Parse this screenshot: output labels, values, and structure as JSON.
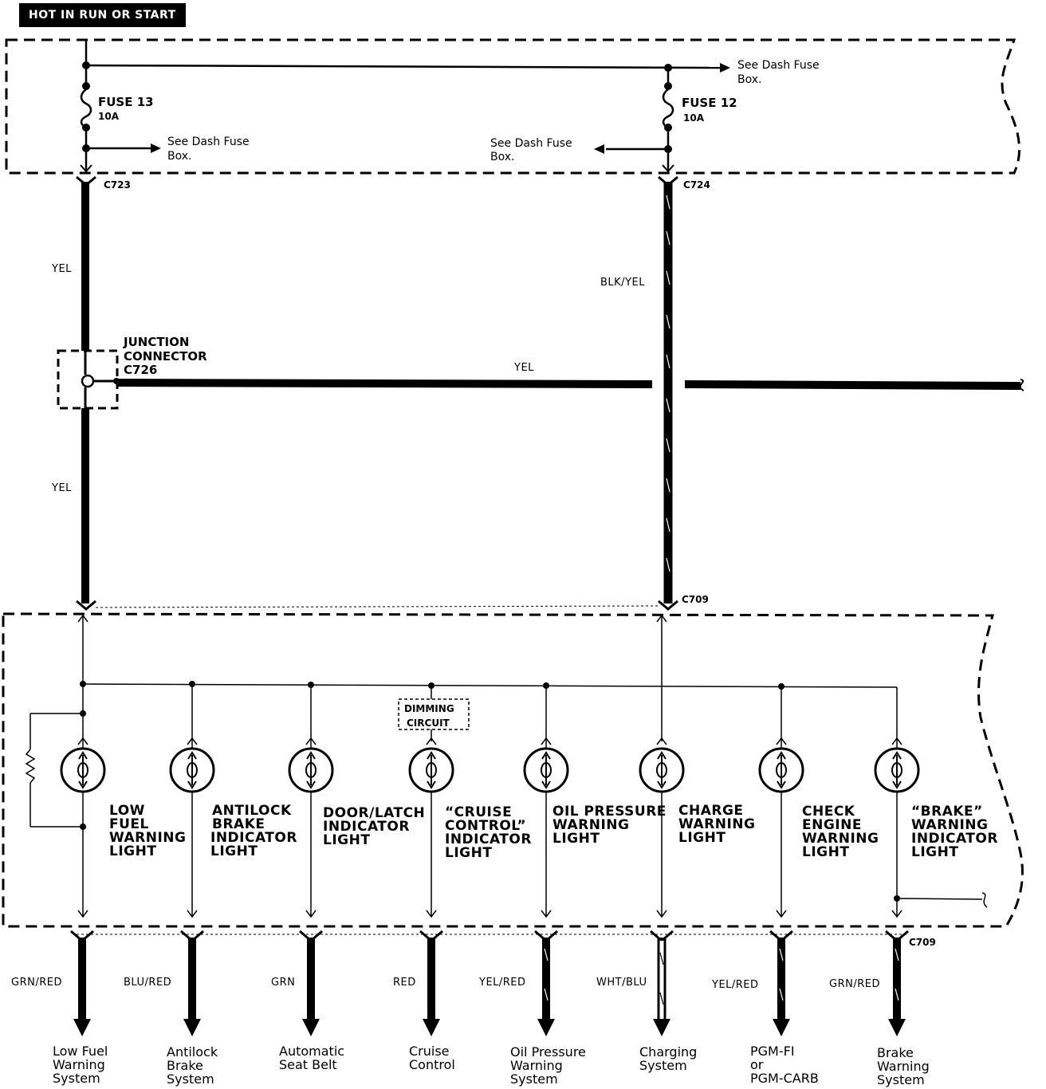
{
  "header": "HOT IN RUN OR START",
  "fuses": [
    {
      "name": "FUSE 13",
      "rating": "10A",
      "connector": "C723",
      "note": [
        "See Dash Fuse",
        "Box."
      ]
    },
    {
      "name": "FUSE 12",
      "rating": "10A",
      "connector": "C724",
      "note": [
        "See Dash Fuse",
        "Box."
      ]
    }
  ],
  "top_note": [
    "See Dash Fuse",
    "Box."
  ],
  "junction": [
    "JUNCTION",
    "CONNECTOR",
    "C726"
  ],
  "wires": {
    "left_upper": "YEL",
    "left_lower": "YEL",
    "horizontal": "YEL",
    "right": "BLK/YEL"
  },
  "gauge_connector": "C709",
  "dimming": [
    "DIMMING",
    "CIRCUIT"
  ],
  "lights": [
    {
      "label": [
        "LOW",
        "FUEL",
        "WARNING",
        "LIGHT"
      ],
      "wire": "GRN/RED",
      "dest": [
        "Low Fuel",
        "Warning",
        "System"
      ]
    },
    {
      "label": [
        "ANTILOCK",
        "BRAKE",
        "INDICATOR",
        "LIGHT"
      ],
      "wire": "BLU/RED",
      "dest": [
        "Antilock",
        "Brake",
        "System"
      ]
    },
    {
      "label": [
        "DOOR/LATCH",
        "INDICATOR",
        "LIGHT"
      ],
      "wire": "GRN",
      "dest": [
        "Automatic",
        "Seat Belt"
      ]
    },
    {
      "label": [
        "“CRUISE",
        "CONTROL”",
        "INDICATOR",
        "LIGHT"
      ],
      "wire": "RED",
      "dest": [
        "Cruise",
        "Control"
      ]
    },
    {
      "label": [
        "OIL PRESSURE",
        "WARNING",
        "LIGHT"
      ],
      "wire": "YEL/RED",
      "dest": [
        "Oil Pressure",
        "Warning",
        "System"
      ]
    },
    {
      "label": [
        "CHARGE",
        "WARNING",
        "LIGHT"
      ],
      "wire": "WHT/BLU",
      "dest": [
        "Charging",
        "System"
      ]
    },
    {
      "label": [
        "CHECK",
        "ENGINE",
        "WARNING",
        "LIGHT"
      ],
      "wire": "YEL/RED",
      "dest": [
        "PGM-FI",
        "or",
        "PGM-CARB"
      ]
    },
    {
      "label": [
        "“BRAKE”",
        "WARNING",
        "INDICATOR",
        "LIGHT"
      ],
      "wire": "GRN/RED",
      "dest": [
        "Brake",
        "Warning",
        "System"
      ]
    }
  ]
}
